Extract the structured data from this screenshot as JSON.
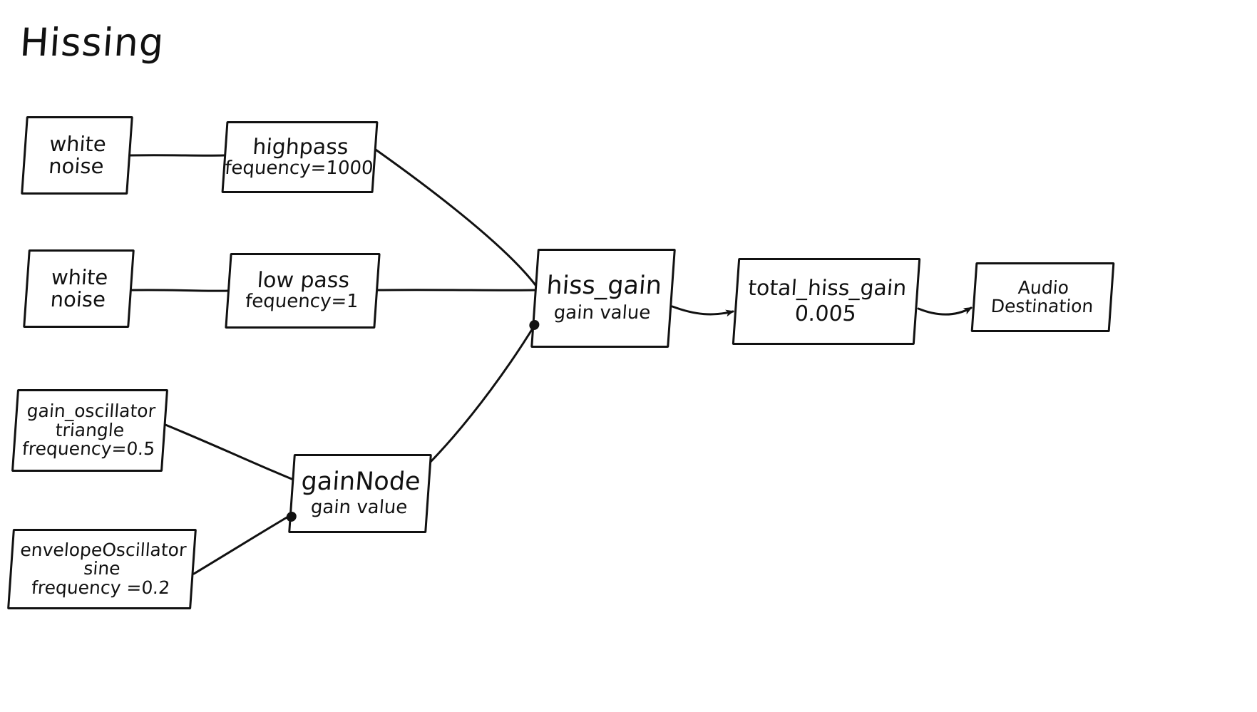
{
  "page": {
    "title": "Hissing",
    "background_color": "#ffffff",
    "ink_color": "#111111"
  },
  "nodes": {
    "white_noise_1": {
      "line1": "white",
      "line2": "noise"
    },
    "highpass": {
      "line1": "highpass",
      "line2": "fequency=1000"
    },
    "white_noise_2": {
      "line1": "white",
      "line2": "noise"
    },
    "lowpass": {
      "line1": "low pass",
      "line2": "fequency=1"
    },
    "hiss_gain": {
      "line1": "hiss_gain",
      "param_label": "gain value"
    },
    "total_hiss_gain": {
      "line1": "total_hiss_gain",
      "line2": "0.005"
    },
    "audio_destination": {
      "line1": "Audio",
      "line2": "Destination"
    },
    "gain_oscillator": {
      "line1": "gain_oscillator",
      "line2": "triangle",
      "line3": "frequency=0.5"
    },
    "gain_node": {
      "line1": "gainNode",
      "param_label": "gain value"
    },
    "envelope_oscillator": {
      "line1": "envelopeOscillator",
      "line2": "sine",
      "line3": "frequency =0.2"
    }
  },
  "graph": {
    "type": "audio-node-graph",
    "edges": [
      {
        "from": "white_noise_1",
        "to": "highpass",
        "arrow": false
      },
      {
        "from": "highpass",
        "to": "hiss_gain",
        "arrow": false
      },
      {
        "from": "white_noise_2",
        "to": "lowpass",
        "arrow": false
      },
      {
        "from": "lowpass",
        "to": "hiss_gain",
        "arrow": false
      },
      {
        "from": "hiss_gain",
        "to": "total_hiss_gain",
        "arrow": true
      },
      {
        "from": "total_hiss_gain",
        "to": "audio_destination",
        "arrow": true
      },
      {
        "from": "gain_oscillator",
        "to": "gain_node",
        "arrow": false
      },
      {
        "from": "envelope_oscillator",
        "to": "gain_node",
        "arrow": false
      },
      {
        "from": "gain_node",
        "to": "hiss_gain.gain_value",
        "arrow": false
      }
    ]
  }
}
